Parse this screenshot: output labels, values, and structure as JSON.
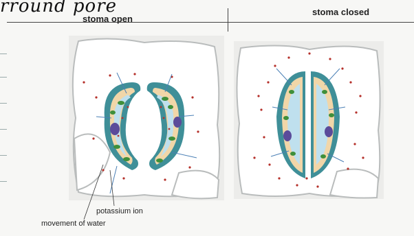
{
  "handwritten_note": "rround pore",
  "headers": {
    "open": "stoma open",
    "closed": "stoma closed"
  },
  "labels": {
    "potassium": "potassium ion",
    "water": "movement of water"
  },
  "colors": {
    "background": "#f7f7f5",
    "cell_white": "#ffffff",
    "cell_outline": "#b9bcbc",
    "guard_wall": "#3f8f98",
    "cytoplasm": "#f1d6a8",
    "vacuole": "#bfe0ee",
    "chloroplast": "#3f8f3a",
    "nucleus": "#5b4b9a",
    "ion": "#b5302a",
    "arrow": "#4a7fb5"
  }
}
